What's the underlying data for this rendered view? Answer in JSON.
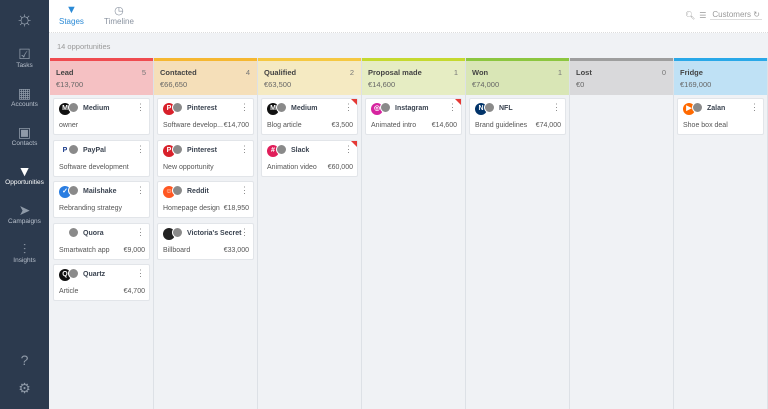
{
  "sidebar": {
    "items": [
      {
        "label": "Tasks",
        "icon": "checkbox-icon"
      },
      {
        "label": "Accounts",
        "icon": "building-icon"
      },
      {
        "label": "Contacts",
        "icon": "contact-card-icon"
      },
      {
        "label": "Opportunities",
        "icon": "funnel-icon",
        "active": true
      },
      {
        "label": "Campaigns",
        "icon": "send-icon"
      },
      {
        "label": "Insights",
        "icon": "waveform-icon"
      }
    ],
    "help_icon": "help-icon",
    "settings_icon": "gear-icon"
  },
  "tabs": [
    {
      "label": "Stages",
      "icon": "funnel-icon",
      "active": true
    },
    {
      "label": "Timeline",
      "icon": "clock-icon"
    }
  ],
  "toolbar": {
    "filter_value": "Customers"
  },
  "summary": "14 opportunities",
  "columns": [
    {
      "title": "Lead",
      "count": "5",
      "total": "€13,700",
      "color": "#ef4b50",
      "bg": "#f5c1c3",
      "cards": [
        {
          "name": "Medium",
          "desc": "owner",
          "amount": "",
          "logo": "#111",
          "glyph": "M"
        },
        {
          "name": "PayPal",
          "desc": "Software development",
          "amount": "",
          "logo": "#fff",
          "glyph": "P"
        },
        {
          "name": "Mailshake",
          "desc": "Rebranding strategy",
          "amount": "",
          "logo": "#2a7de1",
          "glyph": "✓"
        },
        {
          "name": "Quora",
          "desc": "Smartwatch app",
          "amount": "€9,000",
          "logo": "#fff",
          "glyph": ""
        },
        {
          "name": "Quartz",
          "desc": "Article",
          "amount": "€4,700",
          "logo": "#111",
          "glyph": "Q"
        }
      ]
    },
    {
      "title": "Contacted",
      "count": "4",
      "total": "€66,650",
      "color": "#f5b731",
      "bg": "#f5dfb9",
      "cards": [
        {
          "name": "Pinterest",
          "desc": "Software develop...",
          "amount": "€14,700",
          "logo": "#d8202a",
          "glyph": "P"
        },
        {
          "name": "Pinterest",
          "desc": "New opportunity",
          "amount": "",
          "logo": "#d8202a",
          "glyph": "P"
        },
        {
          "name": "Reddit",
          "desc": "Homepage design",
          "amount": "€18,950",
          "logo": "#ff5722",
          "glyph": "☺"
        },
        {
          "name": "Victoria's Secret",
          "desc": "Billboard",
          "amount": "€33,000",
          "logo": "#222",
          "glyph": ""
        }
      ]
    },
    {
      "title": "Qualified",
      "count": "2",
      "total": "€63,500",
      "color": "#f5c842",
      "bg": "#f5eac2",
      "cards": [
        {
          "name": "Medium",
          "desc": "Blog article",
          "amount": "€3,500",
          "logo": "#111",
          "glyph": "M",
          "flag": true
        },
        {
          "name": "Slack",
          "desc": "Animation video",
          "amount": "€60,000",
          "logo": "#e01e5a",
          "glyph": "#",
          "flag": true
        }
      ]
    },
    {
      "title": "Proposal made",
      "count": "1",
      "total": "€14,600",
      "color": "#c5d92f",
      "bg": "#e6edc3",
      "cards": [
        {
          "name": "Instagram",
          "desc": "Animated intro",
          "amount": "€14,600",
          "logo": "#d6249f",
          "glyph": "◎",
          "flag": true
        }
      ]
    },
    {
      "title": "Won",
      "count": "1",
      "total": "€74,000",
      "color": "#8cc63f",
      "bg": "#d9e6b6",
      "cards": [
        {
          "name": "NFL",
          "desc": "Brand guidelines",
          "amount": "€74,000",
          "logo": "#013369",
          "glyph": "N"
        }
      ]
    },
    {
      "title": "Lost",
      "count": "0",
      "total": "€0",
      "color": "#9e9e9e",
      "bg": "#d9d9db",
      "cards": []
    },
    {
      "title": "Fridge",
      "count": "",
      "total": "€169,000",
      "color": "#29a8e8",
      "bg": "#bfe1f5",
      "cards": [
        {
          "name": "Zalan",
          "desc": "Shoe box deal",
          "amount": "",
          "logo": "#ff6900",
          "glyph": "▶"
        }
      ]
    }
  ]
}
